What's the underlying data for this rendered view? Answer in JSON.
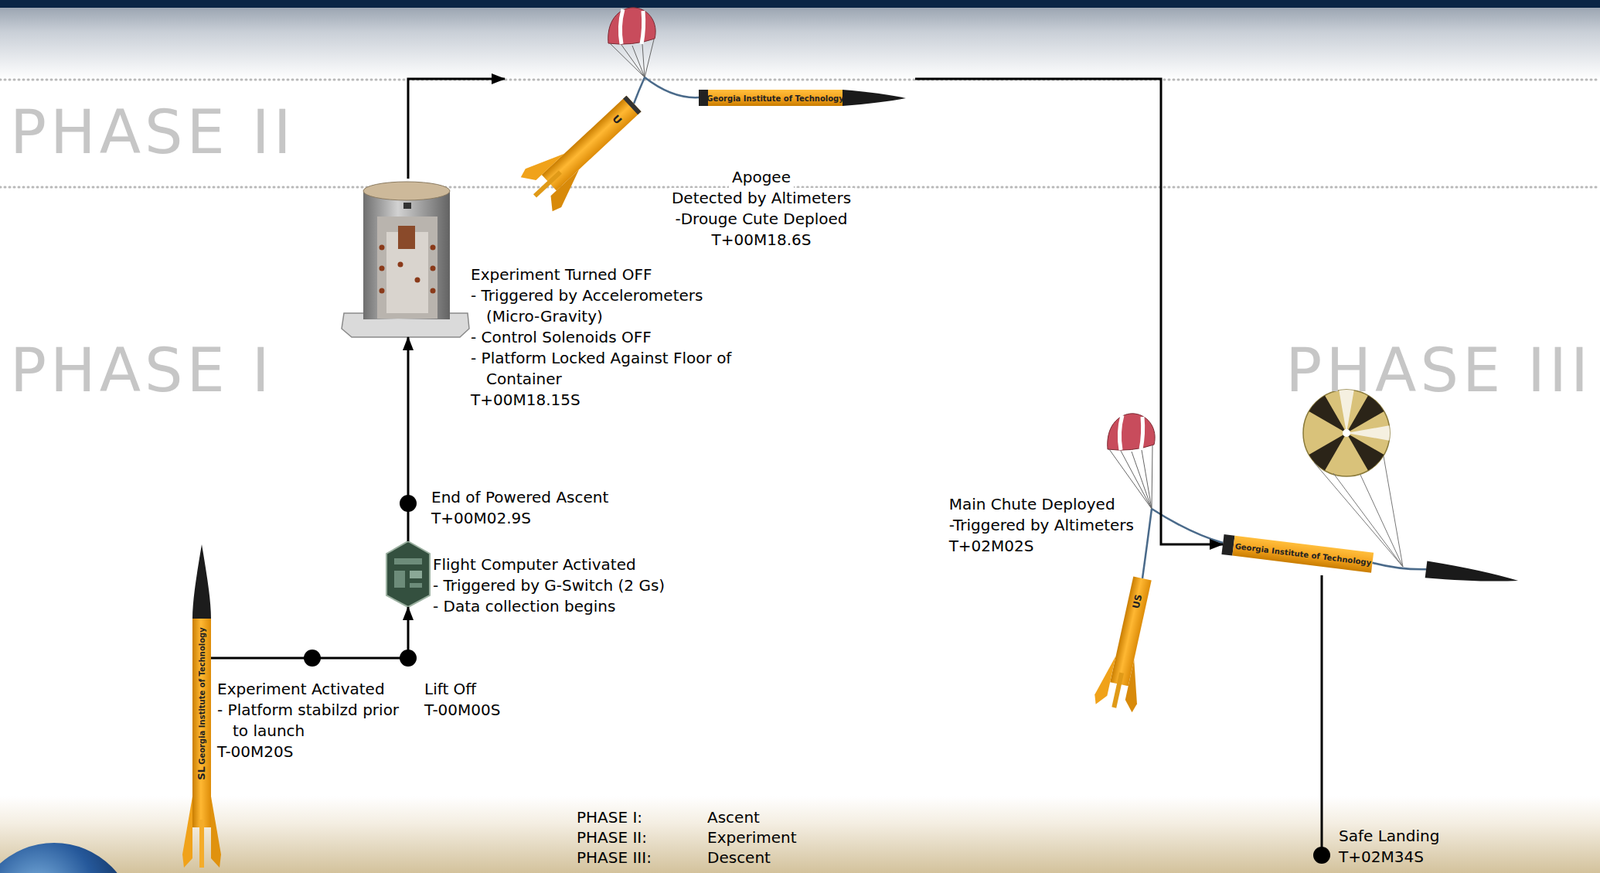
{
  "diagram": {
    "nodes": [
      {
        "text": [
          "Experiment Activated",
          "- Platform stabilzd prior to launch",
          "T-00M20S"
        ]
      },
      {
        "text": [
          "Lift Off",
          "T-00M00S"
        ]
      },
      {
        "text": [
          "Flight Computer Activated",
          "- Triggered by G-Switch (2 Gs)",
          "- Data collection begins"
        ]
      },
      {
        "text": [
          "End of Powered Ascent",
          "T+00M02.9S"
        ]
      },
      {
        "text": [
          "Experiment Turned OFF",
          "- Triggered by Accelerometers (Micro-Gravity)",
          "- Control Solenoids OFF",
          "- Platform Locked Against Floor of Container",
          "T+00M18.15S"
        ]
      },
      {
        "text": [
          "Apogee",
          "Detected by Altimeters",
          "-Drouge Cute Deploed",
          "T+00M18.6S"
        ]
      },
      {
        "text": [
          "Main Chute Deployed",
          "-Triggered by Altimeters",
          "T+02M02S"
        ]
      },
      {
        "text": [
          "Safe Landing",
          "T+02M34S"
        ]
      }
    ],
    "edges": [
      {
        "from": 0,
        "to": 1,
        "arrow": "none"
      },
      {
        "from": 1,
        "to": 2,
        "arrow": "to"
      },
      {
        "from": 2,
        "to": 3,
        "arrow": "none"
      },
      {
        "from": 3,
        "to": 4,
        "arrow": "to"
      },
      {
        "from": 4,
        "to": 5,
        "arrow": "to"
      },
      {
        "from": 5,
        "to": 6,
        "arrow": "to"
      },
      {
        "from": 6,
        "to": 7,
        "arrow": "none"
      }
    ],
    "labels": [
      "PHASE II",
      "Georgia Institute of Technology",
      "U",
      "PHASE I",
      "PHASE III",
      "Georgia Institute of Technology",
      "US",
      "Georgia Institute of Technology",
      "SL",
      "PHASE I:",
      "Ascent",
      "PHASE II:",
      "Experiment",
      "PHASE III:",
      "Descent"
    ]
  }
}
